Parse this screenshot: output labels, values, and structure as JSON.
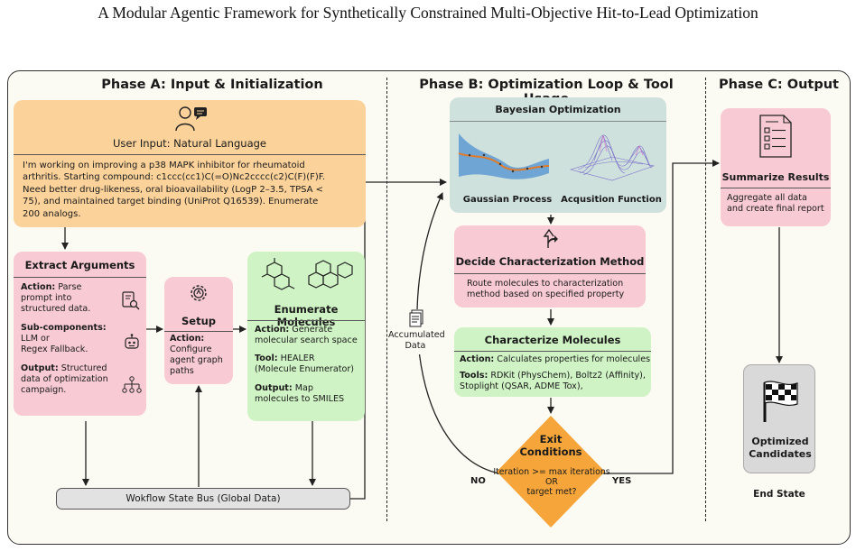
{
  "paper_title": "A Modular Agentic Framework for Synthetically Constrained Multi-Objective Hit-to-Lead Optimization",
  "phases": {
    "a": "Phase A: Input & Initialization",
    "b": "Phase B: Optimization Loop & Tool Usage",
    "c": "Phase C: Output"
  },
  "user_input": {
    "title": "User Input: Natural Language",
    "lines": [
      "I'm working on improving a p38 MAPK inhibitor for rheumatoid",
      "arthritis. Starting compound: c1ccc(cc1)C(=O)Nc2cccc(c2)C(F)(F)F.",
      "Need better drug-likeness, oral bioavailability (LogP 2–3.5, TPSA <",
      "75), and maintained target binding (UniProt Q16539). Enumerate",
      "200 analogs."
    ]
  },
  "extract": {
    "title": "Extract Arguments",
    "action_label": "Action:",
    "action_lines": [
      " Parse",
      "prompt into",
      "structured data."
    ],
    "sub_label": "Sub-components:",
    "sub_lines": [
      "LLM or",
      "Regex Fallback."
    ],
    "output_label": "Output:",
    "output_lines": [
      "  Structured",
      "data of optimization",
      "campaign."
    ]
  },
  "setup": {
    "title": "Setup",
    "action_label": "Action:",
    "action_lines": [
      "Configure",
      "agent graph",
      "paths"
    ]
  },
  "enumerate": {
    "title": "Enumerate Molecules",
    "action_label": "Action:",
    "action_lines": [
      " Generate",
      "molecular search space"
    ],
    "tool_label": "Tool:",
    "tool_lines": [
      " HEALER",
      "(Molecule Enumerator)"
    ],
    "output_label": "Output:",
    "output_lines": [
      " Map",
      "molecules to SMILES"
    ]
  },
  "state_bus": "Wokflow State Bus (Global Data)",
  "bayes": {
    "title": "Bayesian Optimization",
    "gp": "Gaussian Process",
    "acq": "Acqusition Function"
  },
  "decide": {
    "title": "Decide Characterization Method",
    "lines": [
      "Route molecules to  characterization",
      "method based on specified property"
    ]
  },
  "characterize": {
    "title": "Characterize Molecules",
    "action_label": "Action:",
    "action_text": " Calculates properties for molecules",
    "tools_label": "Tools:",
    "tools_lines": [
      " RDKit (PhysChem),  Boltz2 (Affinity),",
      "Stoplight (QSAR, ADME Tox),"
    ]
  },
  "exit": {
    "title_lines": [
      "Exit",
      "Conditions"
    ],
    "cond_lines": [
      "Iteration >= max iterations",
      "OR",
      "target met?"
    ],
    "no": "NO",
    "yes": "YES"
  },
  "accumulated": [
    "Accumulated",
    "Data"
  ],
  "summarize": {
    "title": "Summarize Results",
    "lines": [
      "Aggregate all data",
      "and create final report"
    ]
  },
  "optimized": [
    "Optimized",
    "Candidates"
  ],
  "end_state": "End State",
  "colors": {
    "pink": "#f7cad4",
    "green": "#cff3c4",
    "orange": "#fbd29a",
    "teal": "#cfe1dd",
    "diamond": "#f5a53a",
    "gray": "#d9d9d9"
  }
}
